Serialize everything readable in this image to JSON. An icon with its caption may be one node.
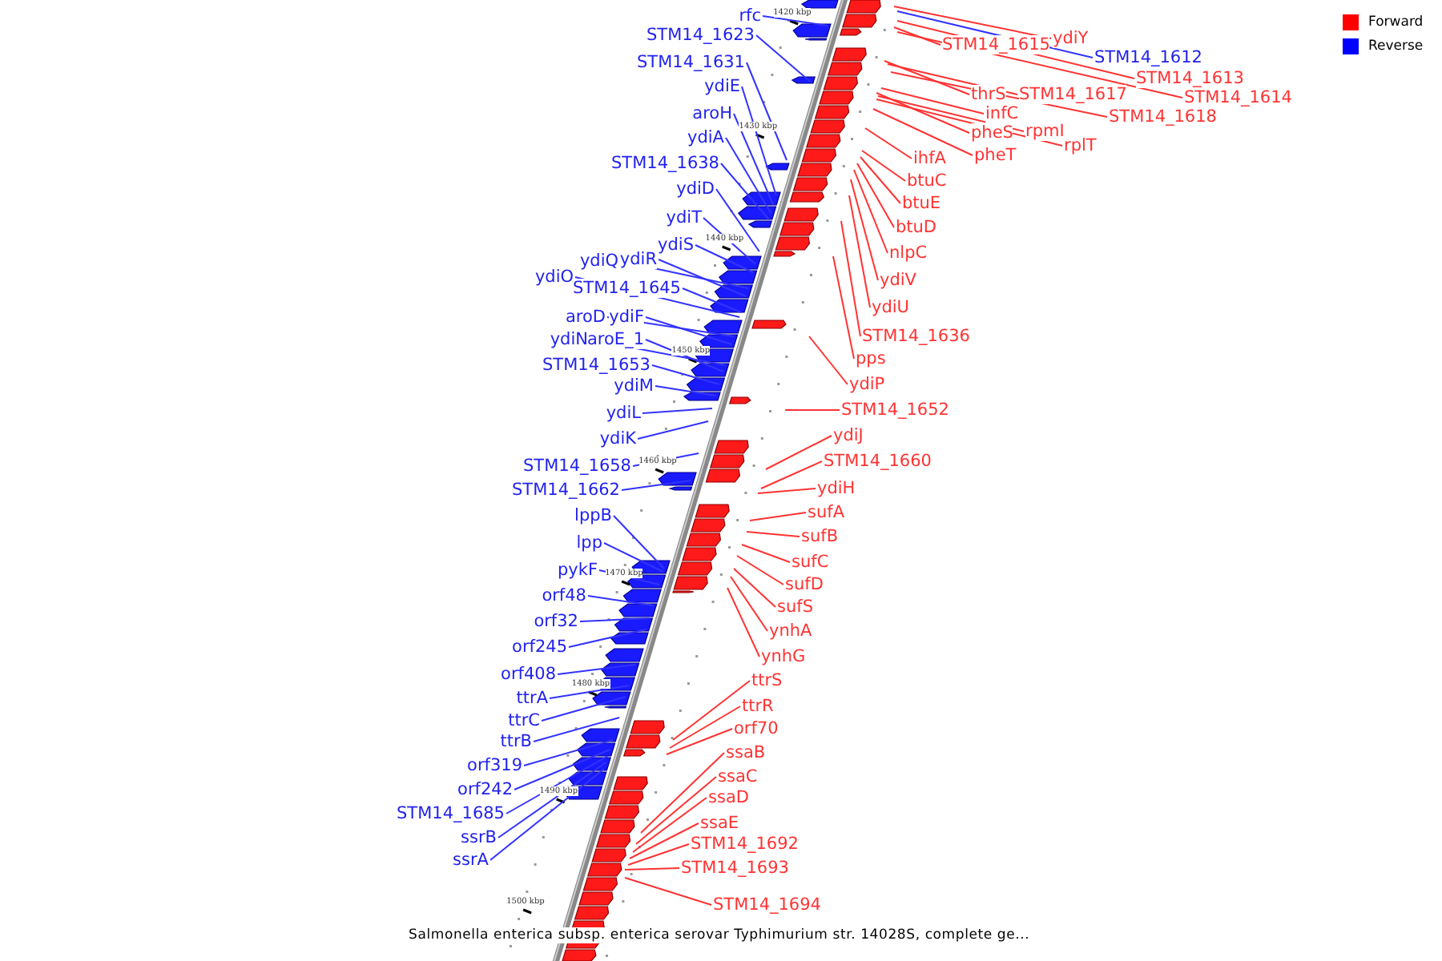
{
  "diagram": {
    "caption": "Salmonella enterica subsp. enterica serovar Typhimurium str. 14028S, complete ge...",
    "nodes": [
      {
        "text": [
          "rfc"
        ]
      },
      {
        "text": [
          "STM14_1623"
        ]
      },
      {
        "text": [
          "STM14_1631"
        ]
      },
      {
        "text": [
          "ydiE"
        ]
      },
      {
        "text": [
          "aroH"
        ]
      },
      {
        "text": [
          "ydiA"
        ]
      },
      {
        "text": [
          "STM14_1638"
        ]
      },
      {
        "text": [
          "ydiD"
        ]
      },
      {
        "text": [
          "ydiT"
        ]
      },
      {
        "text": [
          "ydiS"
        ]
      },
      {
        "text": [
          "ydiQ"
        ]
      },
      {
        "text": [
          "ydiR"
        ]
      },
      {
        "text": [
          "ydiO"
        ]
      },
      {
        "text": [
          "STM14_1645"
        ]
      },
      {
        "text": [
          "aroD"
        ]
      },
      {
        "text": [
          "ydiF"
        ]
      },
      {
        "text": [
          "ydiN"
        ]
      },
      {
        "text": [
          "aroE_1"
        ]
      },
      {
        "text": [
          "STM14_1653"
        ]
      },
      {
        "text": [
          "ydiM"
        ]
      },
      {
        "text": [
          "ydiL"
        ]
      },
      {
        "text": [
          "ydiK"
        ]
      },
      {
        "text": [
          "STM14_1658"
        ]
      },
      {
        "text": [
          "STM14_1662"
        ]
      },
      {
        "text": [
          "lppB"
        ]
      },
      {
        "text": [
          "lpp"
        ]
      },
      {
        "text": [
          "pykF"
        ]
      },
      {
        "text": [
          "orf48"
        ]
      },
      {
        "text": [
          "orf32"
        ]
      },
      {
        "text": [
          "orf245"
        ]
      },
      {
        "text": [
          "orf408"
        ]
      },
      {
        "text": [
          "ttrA"
        ]
      },
      {
        "text": [
          "ttrC"
        ]
      },
      {
        "text": [
          "ttrB"
        ]
      },
      {
        "text": [
          "orf319"
        ]
      },
      {
        "text": [
          "orf242"
        ]
      },
      {
        "text": [
          "STM14_1685"
        ]
      },
      {
        "text": [
          "ssrB"
        ]
      },
      {
        "text": [
          "ssrA"
        ]
      },
      {
        "text": [
          "ydiY"
        ]
      },
      {
        "text": [
          "STM14_1612"
        ]
      },
      {
        "text": [
          "STM14_1615"
        ]
      },
      {
        "text": [
          "STM14_1613"
        ]
      },
      {
        "text": [
          "STM14_1614"
        ]
      },
      {
        "text": [
          "thrS"
        ]
      },
      {
        "text": [
          "STM14_1617"
        ]
      },
      {
        "text": [
          "STM14_1618"
        ]
      },
      {
        "text": [
          "infC"
        ]
      },
      {
        "text": [
          "pheS"
        ]
      },
      {
        "text": [
          "rpmI"
        ]
      },
      {
        "text": [
          "rplT"
        ]
      },
      {
        "text": [
          "pheT"
        ]
      },
      {
        "text": [
          "ihfA"
        ]
      },
      {
        "text": [
          "btuC"
        ]
      },
      {
        "text": [
          "btuE"
        ]
      },
      {
        "text": [
          "btuD"
        ]
      },
      {
        "text": [
          "nlpC"
        ]
      },
      {
        "text": [
          "ydiV"
        ]
      },
      {
        "text": [
          "ydiU"
        ]
      },
      {
        "text": [
          "STM14_1636"
        ]
      },
      {
        "text": [
          "pps"
        ]
      },
      {
        "text": [
          "ydiP"
        ]
      },
      {
        "text": [
          "STM14_1652"
        ]
      },
      {
        "text": [
          "ydiJ"
        ]
      },
      {
        "text": [
          "STM14_1660"
        ]
      },
      {
        "text": [
          "ydiH"
        ]
      },
      {
        "text": [
          "sufA"
        ]
      },
      {
        "text": [
          "sufB"
        ]
      },
      {
        "text": [
          "sufC"
        ]
      },
      {
        "text": [
          "sufD"
        ]
      },
      {
        "text": [
          "sufS"
        ]
      },
      {
        "text": [
          "ynhA"
        ]
      },
      {
        "text": [
          "ynhG"
        ]
      },
      {
        "text": [
          "ttrS"
        ]
      },
      {
        "text": [
          "ttrR"
        ]
      },
      {
        "text": [
          "orf70"
        ]
      },
      {
        "text": [
          "ssaB"
        ]
      },
      {
        "text": [
          "ssaC"
        ]
      },
      {
        "text": [
          "ssaD"
        ]
      },
      {
        "text": [
          "ssaE"
        ]
      },
      {
        "text": [
          "STM14_1692"
        ]
      },
      {
        "text": [
          "STM14_1693"
        ]
      },
      {
        "text": [
          "STM14_1694"
        ]
      }
    ],
    "edges": [
      {
        "from": 0,
        "to": null,
        "arrow": "none",
        "color": "#3333ff"
      },
      {
        "from": 1,
        "to": null,
        "arrow": "none",
        "color": "#3333ff"
      },
      {
        "from": 2,
        "to": null,
        "arrow": "none",
        "color": "#3333ff"
      },
      {
        "from": 3,
        "to": null,
        "arrow": "none",
        "color": "#3333ff"
      },
      {
        "from": 4,
        "to": null,
        "arrow": "none",
        "color": "#3333ff"
      },
      {
        "from": 5,
        "to": null,
        "arrow": "none",
        "color": "#3333ff"
      },
      {
        "from": 6,
        "to": null,
        "arrow": "none",
        "color": "#3333ff"
      },
      {
        "from": 7,
        "to": null,
        "arrow": "none",
        "color": "#3333ff"
      },
      {
        "from": 8,
        "to": null,
        "arrow": "none",
        "color": "#3333ff"
      },
      {
        "from": 9,
        "to": null,
        "arrow": "none",
        "color": "#3333ff"
      },
      {
        "from": 10,
        "to": null,
        "arrow": "none",
        "color": "#3333ff"
      },
      {
        "from": 11,
        "to": null,
        "arrow": "none",
        "color": "#3333ff"
      },
      {
        "from": 12,
        "to": null,
        "arrow": "none",
        "color": "#3333ff"
      },
      {
        "from": 13,
        "to": null,
        "arrow": "none",
        "color": "#3333ff"
      },
      {
        "from": 14,
        "to": null,
        "arrow": "none",
        "color": "#3333ff"
      },
      {
        "from": 15,
        "to": null,
        "arrow": "none",
        "color": "#3333ff"
      },
      {
        "from": 16,
        "to": null,
        "arrow": "none",
        "color": "#3333ff"
      },
      {
        "from": 17,
        "to": null,
        "arrow": "none",
        "color": "#3333ff"
      },
      {
        "from": 18,
        "to": null,
        "arrow": "none",
        "color": "#3333ff"
      },
      {
        "from": 19,
        "to": null,
        "arrow": "none",
        "color": "#3333ff"
      },
      {
        "from": 20,
        "to": null,
        "arrow": "none",
        "color": "#3333ff"
      },
      {
        "from": 21,
        "to": null,
        "arrow": "none",
        "color": "#3333ff"
      },
      {
        "from": 22,
        "to": null,
        "arrow": "none",
        "color": "#3333ff"
      },
      {
        "from": 23,
        "to": null,
        "arrow": "none",
        "color": "#3333ff"
      },
      {
        "from": 24,
        "to": null,
        "arrow": "none",
        "color": "#3333ff"
      },
      {
        "from": 25,
        "to": null,
        "arrow": "none",
        "color": "#3333ff"
      },
      {
        "from": 26,
        "to": null,
        "arrow": "none",
        "color": "#3333ff"
      },
      {
        "from": 27,
        "to": null,
        "arrow": "none",
        "color": "#3333ff"
      },
      {
        "from": 28,
        "to": null,
        "arrow": "none",
        "color": "#3333ff"
      },
      {
        "from": 29,
        "to": null,
        "arrow": "none",
        "color": "#3333ff"
      },
      {
        "from": 30,
        "to": null,
        "arrow": "none",
        "color": "#3333ff"
      },
      {
        "from": 31,
        "to": null,
        "arrow": "none",
        "color": "#3333ff"
      },
      {
        "from": 32,
        "to": null,
        "arrow": "none",
        "color": "#3333ff"
      },
      {
        "from": 33,
        "to": null,
        "arrow": "none",
        "color": "#3333ff"
      },
      {
        "from": 34,
        "to": null,
        "arrow": "none",
        "color": "#3333ff"
      },
      {
        "from": 35,
        "to": null,
        "arrow": "none",
        "color": "#3333ff"
      },
      {
        "from": 36,
        "to": null,
        "arrow": "none",
        "color": "#3333ff"
      },
      {
        "from": 37,
        "to": null,
        "arrow": "none",
        "color": "#3333ff"
      },
      {
        "from": 38,
        "to": null,
        "arrow": "none",
        "color": "#3333ff"
      },
      {
        "from": 39,
        "to": null,
        "arrow": "none"
      },
      {
        "from": 40,
        "to": null,
        "arrow": "none",
        "color": "#3333ff"
      },
      {
        "from": 41,
        "to": null,
        "arrow": "none"
      },
      {
        "from": 42,
        "to": null,
        "arrow": "none"
      },
      {
        "from": 43,
        "to": null,
        "arrow": "none"
      },
      {
        "from": 44,
        "to": null,
        "arrow": "none"
      },
      {
        "from": 45,
        "to": null,
        "arrow": "none"
      },
      {
        "from": 46,
        "to": null,
        "arrow": "none"
      },
      {
        "from": 47,
        "to": null,
        "arrow": "none"
      },
      {
        "from": 48,
        "to": null,
        "arrow": "none"
      },
      {
        "from": 49,
        "to": null,
        "arrow": "none"
      },
      {
        "from": 50,
        "to": null,
        "arrow": "none"
      },
      {
        "from": 51,
        "to": null,
        "arrow": "none"
      },
      {
        "from": 52,
        "to": null,
        "arrow": "none"
      },
      {
        "from": 53,
        "to": null,
        "arrow": "none"
      },
      {
        "from": 54,
        "to": null,
        "arrow": "none"
      },
      {
        "from": 55,
        "to": null,
        "arrow": "none"
      },
      {
        "from": 56,
        "to": null,
        "arrow": "none"
      },
      {
        "from": 57,
        "to": null,
        "arrow": "none"
      },
      {
        "from": 58,
        "to": null,
        "arrow": "none"
      },
      {
        "from": 59,
        "to": null,
        "arrow": "none"
      },
      {
        "from": 60,
        "to": null,
        "arrow": "none"
      },
      {
        "from": 61,
        "to": null,
        "arrow": "none"
      },
      {
        "from": 62,
        "to": null,
        "arrow": "none"
      },
      {
        "from": 63,
        "to": null,
        "arrow": "none"
      },
      {
        "from": 64,
        "to": null,
        "arrow": "none"
      },
      {
        "from": 65,
        "to": null,
        "arrow": "none"
      },
      {
        "from": 66,
        "to": null,
        "arrow": "none"
      },
      {
        "from": 67,
        "to": null,
        "arrow": "none"
      },
      {
        "from": 68,
        "to": null,
        "arrow": "none"
      },
      {
        "from": 69,
        "to": null,
        "arrow": "none"
      },
      {
        "from": 70,
        "to": null,
        "arrow": "none"
      },
      {
        "from": 71,
        "to": null,
        "arrow": "none"
      },
      {
        "from": 72,
        "to": null,
        "arrow": "none"
      },
      {
        "from": 73,
        "to": null,
        "arrow": "none"
      },
      {
        "from": 74,
        "to": null,
        "arrow": "none"
      },
      {
        "from": 75,
        "to": null,
        "arrow": "none"
      },
      {
        "from": 76,
        "to": null,
        "arrow": "none"
      },
      {
        "from": 77,
        "to": null,
        "arrow": "none"
      },
      {
        "from": 78,
        "to": null,
        "arrow": "none"
      },
      {
        "from": 79,
        "to": null,
        "arrow": "none"
      },
      {
        "from": 80,
        "to": null,
        "arrow": "none"
      },
      {
        "from": 81,
        "to": null,
        "arrow": "none"
      },
      {
        "from": 82,
        "to": null,
        "arrow": "none"
      }
    ],
    "labels": [
      "1420 kbp",
      "1430 kbp",
      "1440 kbp",
      "1450 kbp",
      "1460 kbp",
      "1470 kbp",
      "1480 kbp",
      "1490 kbp",
      "1500 kbp"
    ],
    "legend": [
      {
        "text": "Forward",
        "color": "#ff0000"
      },
      {
        "text": "Reverse",
        "color": "#0000ff"
      }
    ]
  }
}
